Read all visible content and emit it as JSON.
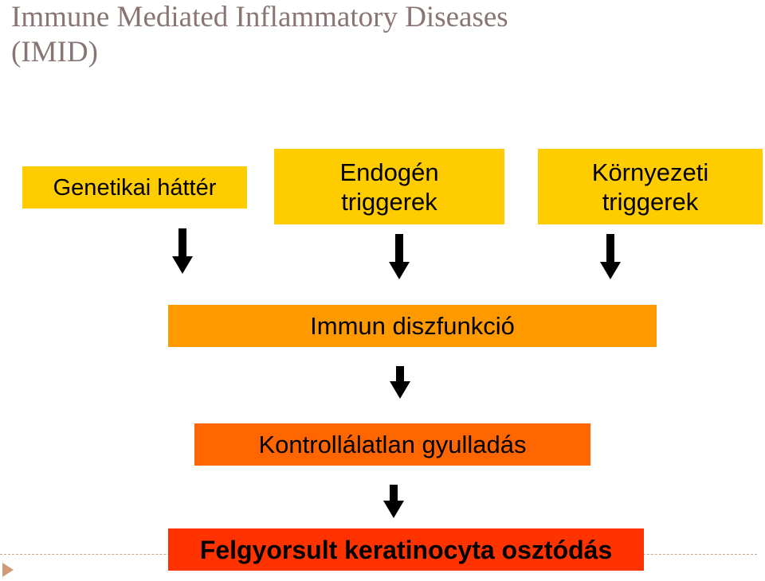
{
  "title": "Immune Mediated Inflammatory Diseases\n(IMID)",
  "boxes": {
    "genetic": "Genetikai háttér",
    "endogenous": "Endogén\ntriggerek",
    "environmental": "Környezeti\ntriggerek",
    "immune": "Immun diszfunkció",
    "inflammation": "Kontrollálatlan gyulladás",
    "keratinocyte": "Felgyorsult keratinocyta osztódás"
  },
  "colors": {
    "title": "#8a7575",
    "level1": "#ffcc00",
    "level2": "#ff9900",
    "level3": "#ff6600",
    "level4": "#ff3300",
    "arrow": "#000000"
  }
}
